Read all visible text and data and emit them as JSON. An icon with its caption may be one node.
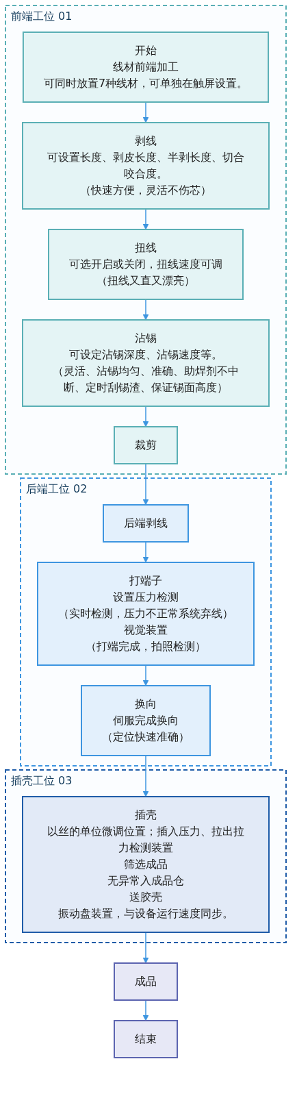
{
  "diagram": {
    "nodes": [
      {
        "text": [
          "前端工位",
          "01"
        ]
      },
      {
        "text": [
          "开始",
          "线材前端加工",
          "可同时放置7种线材，可单独在触屏设置。"
        ],
        "in": 0
      },
      {
        "text": [
          "剥线",
          "可设置长度、剥皮长度、半剥长度、切合咬合度。",
          "（快速方便，灵活不伤芯）"
        ],
        "in": 0
      },
      {
        "text": [
          "扭线",
          "可选开启或关闭，扭线速度可调",
          "（扭线又直又漂亮）"
        ],
        "in": 0
      },
      {
        "text": [
          "沾锡",
          "可设定沾锡深度、沾锡速度等。",
          "（灵活、沾锡均匀、准确、助焊剂不中断、定时刮锡渣、保证锡面高度）"
        ],
        "in": 0
      },
      {
        "text": [
          "裁剪"
        ],
        "in": 0
      },
      {
        "text": [
          "后端工位",
          "02"
        ]
      },
      {
        "text": [
          "后端剥线"
        ],
        "in": 6
      },
      {
        "text": [
          "打端子",
          "设置压力检测",
          "（实时检测，压力不正常系统弃线）",
          "视觉装置",
          "（打端完成，拍照检测）"
        ],
        "in": 6
      },
      {
        "text": [
          "换向",
          "伺服完成换向",
          "（定位快速准确）"
        ],
        "in": 6
      },
      {
        "text": [
          "插壳工位",
          "03"
        ]
      },
      {
        "text": [
          "插壳",
          "以丝的单位微调位置；插入压力、拉出拉力检测装置",
          "筛选成品",
          "无异常入成品仓",
          "送胶壳",
          "振动盘装置，与设备运行速度同步。"
        ],
        "in": 10
      },
      {
        "text": [
          "成品"
        ]
      },
      {
        "text": [
          "结束"
        ]
      }
    ],
    "edges": [
      {
        "from": 1,
        "to": 2,
        "arrow": "to"
      },
      {
        "from": 2,
        "to": 3,
        "arrow": "to"
      },
      {
        "from": 3,
        "to": 4,
        "arrow": "to"
      },
      {
        "from": 4,
        "to": 5,
        "arrow": "to"
      },
      {
        "from": 5,
        "to": 7,
        "arrow": "to"
      },
      {
        "from": 7,
        "to": 8,
        "arrow": "to"
      },
      {
        "from": 8,
        "to": 9,
        "arrow": "to"
      },
      {
        "from": 9,
        "to": 11,
        "arrow": "to"
      },
      {
        "from": 11,
        "to": 12,
        "arrow": "to"
      },
      {
        "from": 12,
        "to": 13,
        "arrow": "to"
      }
    ]
  }
}
